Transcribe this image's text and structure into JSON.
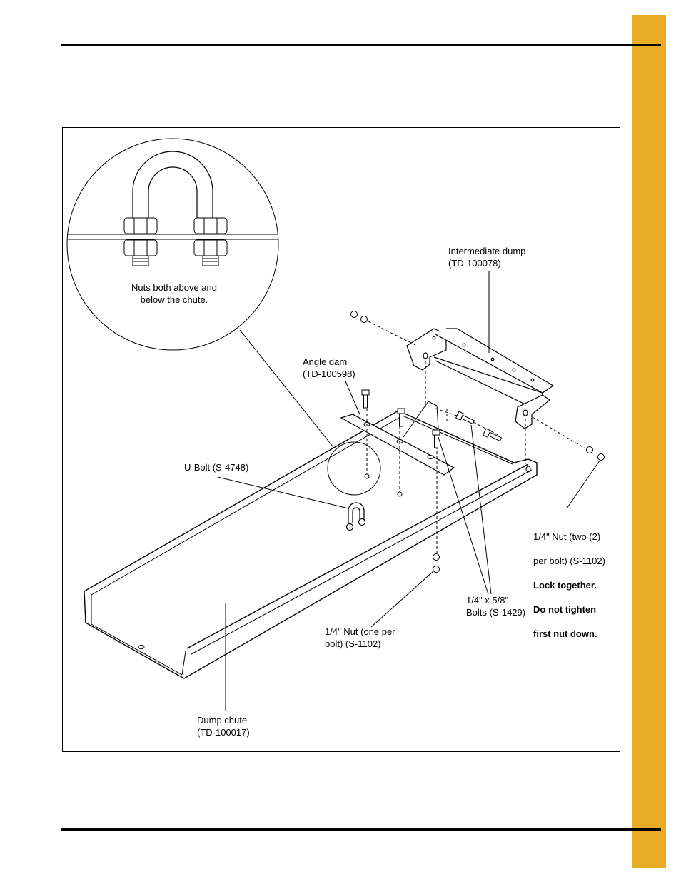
{
  "page": {
    "tab_color": "#e8ac24"
  },
  "labels": {
    "detail_note": "Nuts both above and\nbelow the chute.",
    "intermediate_dump": "Intermediate dump\n(TD-100078)",
    "angle_dam": "Angle dam\n(TD-100598)",
    "u_bolt": "U-Bolt (S-4748)",
    "nut_two_line1": "1/4\" Nut (two (2)",
    "nut_two_line2": "per bolt) (S-1102)",
    "nut_two_bold1": "Lock together.",
    "nut_two_bold2": "Do not tighten",
    "nut_two_bold3": "first nut down.",
    "bolts": "1/4\" x 5/8\"\nBolts (S-1429)",
    "nut_one": "1/4\" Nut (one per\nbolt) (S-1102)",
    "dump_chute": "Dump chute\n(TD-100017)"
  }
}
